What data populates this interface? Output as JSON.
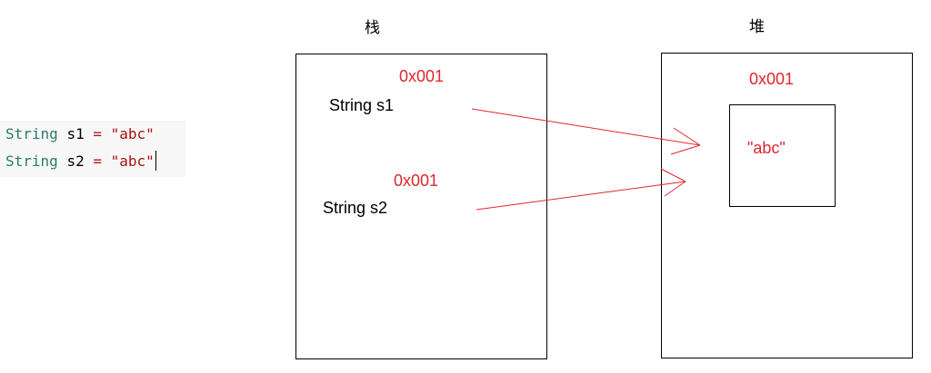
{
  "code": {
    "lines": [
      {
        "type": "String",
        "name": "s1",
        "op": "=",
        "value": "\"abc\""
      },
      {
        "type": "String",
        "name": "s2",
        "op": "=",
        "value": "\"abc\""
      }
    ]
  },
  "stack": {
    "title": "栈",
    "entries": [
      {
        "address": "0x001",
        "label": "String s1"
      },
      {
        "address": "0x001",
        "label": "String s2"
      }
    ]
  },
  "heap": {
    "title": "堆",
    "object": {
      "address": "0x001",
      "value": "\"abc\""
    }
  },
  "colors": {
    "accent": "#e0262c",
    "code_type": "#2a7d6a",
    "code_string": "#a31515",
    "code_background": "#f7f7f7"
  }
}
